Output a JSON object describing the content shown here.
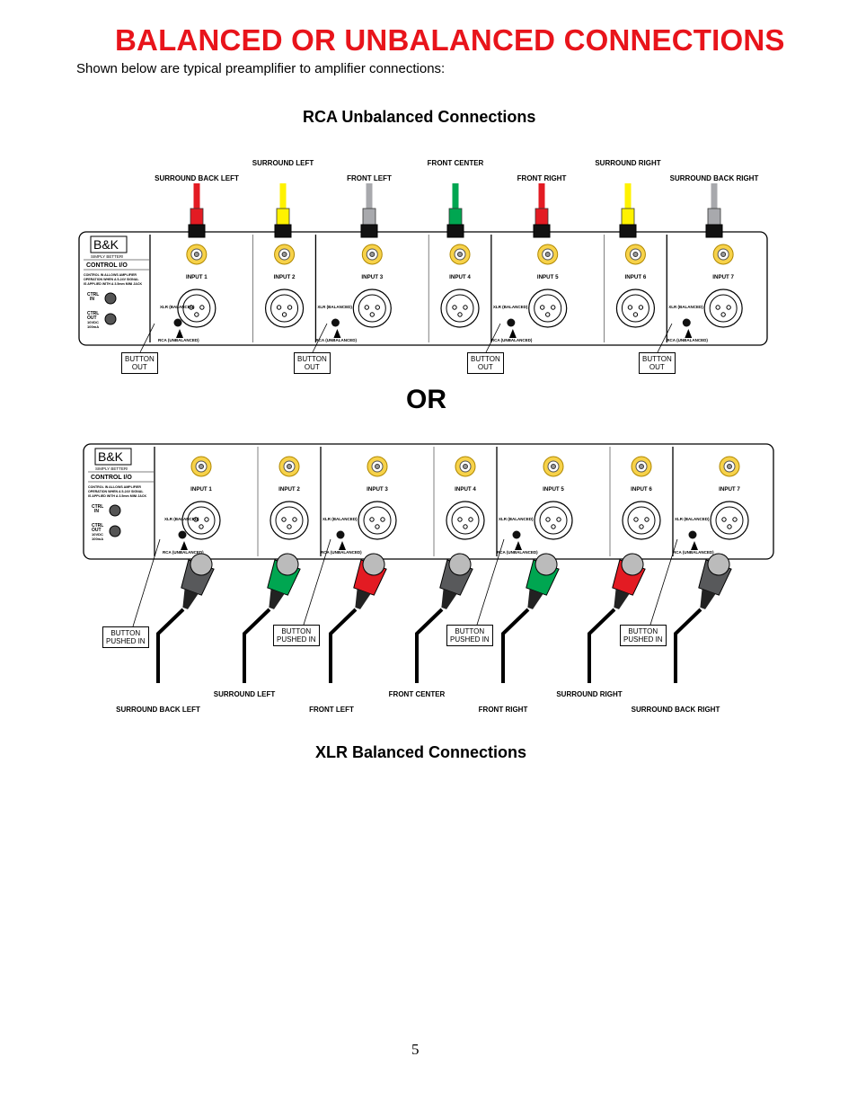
{
  "page": {
    "title": "BALANCED OR UNBALANCED CONNECTIONS",
    "intro": "Shown below are typical preamplifier to amplifier connections:",
    "or_label": "OR",
    "page_number": "5"
  },
  "rca_diagram": {
    "heading": "RCA Unbalanced Connections",
    "top_labels": [
      "SURROUND LEFT",
      "FRONT CENTER",
      "SURROUND RIGHT"
    ],
    "bottom_labels": [
      "SURROUND BACK LEFT",
      "FRONT LEFT",
      "FRONT RIGHT",
      "SURROUND BACK RIGHT"
    ],
    "plug_colors": [
      "#e31b23",
      "#fff200",
      "#a8a9ad",
      "#00a651",
      "#e31b23",
      "#fff200",
      "#a8a9ad"
    ],
    "button_tag": "BUTTON\nOUT"
  },
  "xlr_diagram": {
    "heading": "XLR Balanced Connections",
    "top_labels": [
      "SURROUND LEFT",
      "FRONT CENTER",
      "SURROUND RIGHT"
    ],
    "bottom_labels": [
      "SURROUND BACK LEFT",
      "FRONT LEFT",
      "FRONT RIGHT",
      "SURROUND BACK RIGHT"
    ],
    "plug_colors": [
      "#58595b",
      "#00a651",
      "#e31b23",
      "#58595b",
      "#00a651",
      "#e31b23",
      "#58595b"
    ],
    "button_tag": "BUTTON\nPUSHED IN"
  },
  "panel": {
    "logo": "B&K",
    "tagline": "SIMPLY BETTER!",
    "control_heading": "CONTROL  I/O",
    "control_note": [
      "CONTROL IN ALLOWS AMPLIFIER",
      "OPERATION WHEN A 5-24V SIGNAL",
      "IS APPLIED WITH A 3.5mm MINI JACK"
    ],
    "ctrl_in": [
      "CTRL",
      "IN"
    ],
    "ctrl_out": [
      "CTRL",
      "OUT",
      "10VDC",
      "100mA"
    ],
    "input_labels": [
      "INPUT  1",
      "INPUT  2",
      "INPUT  3",
      "INPUT  4",
      "INPUT  5",
      "INPUT  6",
      "INPUT  7"
    ],
    "xlr_switch": "XLR  (BALANCED)",
    "rca_switch": "RCA  (UNBALANCED)"
  }
}
